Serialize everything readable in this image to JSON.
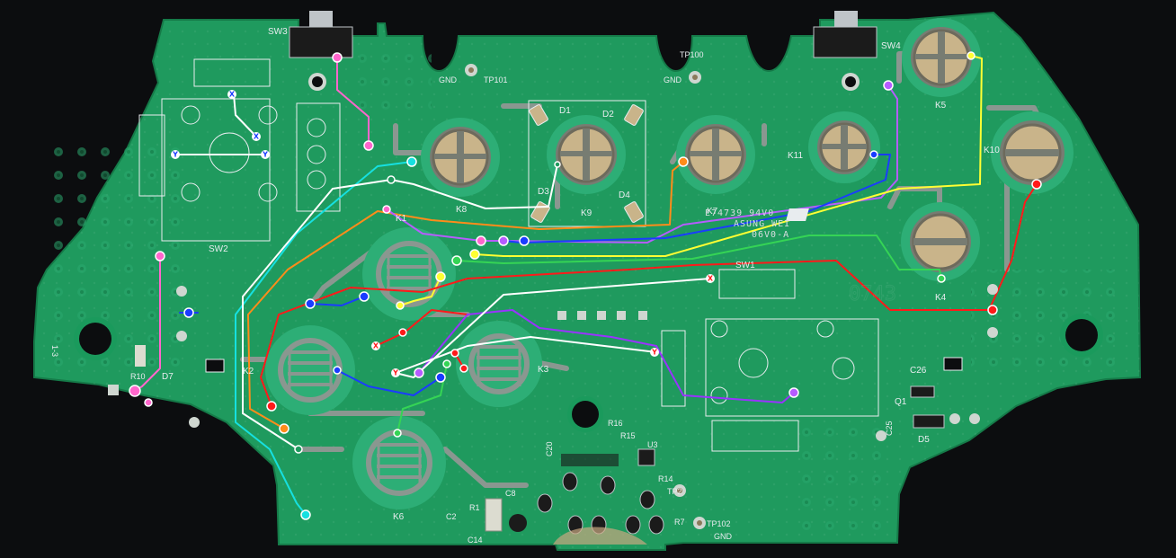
{
  "board": {
    "colors": {
      "background": "#0c0d0f",
      "pcb": "#1f9a5e",
      "pcb_dark": "#178a52",
      "pad_green": "#2dae76",
      "trace_grey": "#8a9790",
      "silkscreen": "#e8ecef",
      "copper": "#c9b48a"
    },
    "labels": {
      "sw3": "SW3",
      "sw4": "SW4",
      "sw2": "SW2",
      "sw1": "SW1",
      "gnd_left": "GND",
      "tp101": "TP101",
      "tp100": "TP100",
      "gnd_right": "GND",
      "d1": "D1",
      "d2": "D2",
      "d3": "D3",
      "d4": "D4",
      "k1": "K1",
      "k2": "K2",
      "k3": "K3",
      "k4": "K4",
      "k5": "K5",
      "k6": "K6",
      "k7": "K7",
      "k8": "K8",
      "k9": "K9",
      "k10": "K10",
      "k11": "K11",
      "d5": "D5",
      "d7": "D7",
      "r10": "R10",
      "c26": "C26",
      "c25": "C25",
      "q1": "Q1",
      "r16": "R16",
      "r15": "R15",
      "u3": "U3",
      "r14": "R14",
      "tp2": "TP2",
      "r7": "R7",
      "tp102": "TP102",
      "gnd_bottom": "GND",
      "r1": "R1",
      "c2": "C2",
      "c8": "C8",
      "c14": "C14",
      "c20": "C20",
      "marking_1": "E74739 94V0",
      "marking_2": "ASUNG WEI",
      "marking_3": "06V0-A",
      "side_mark": "1-3",
      "ghost_code": "0743"
    },
    "markers": {
      "x": "X",
      "y": "Y"
    }
  }
}
